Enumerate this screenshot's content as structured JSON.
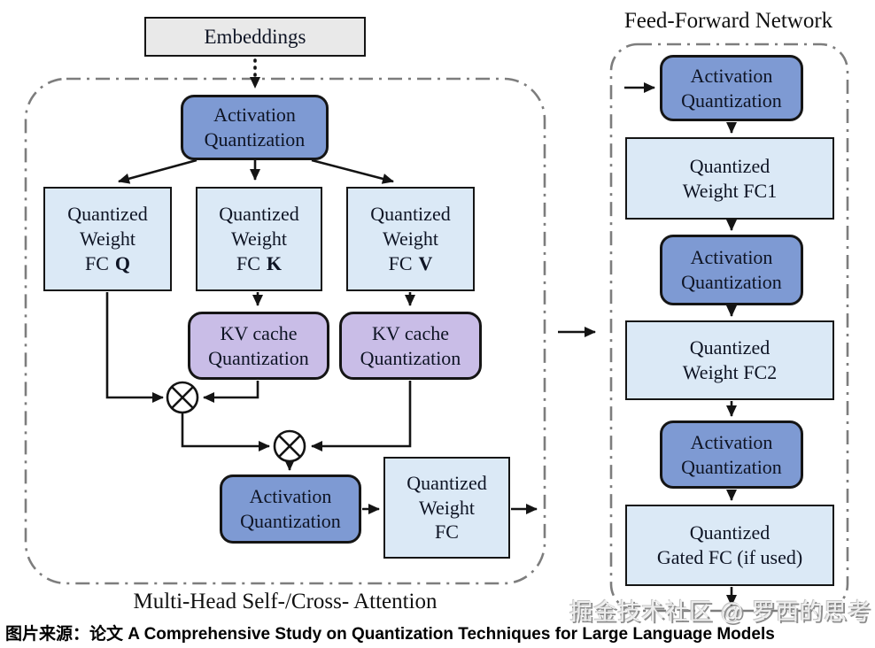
{
  "attention": {
    "label": "Multi-Head Self-/Cross- Attention",
    "embeddings_label": "Embeddings",
    "activation_quantization_top": {
      "line1": "Activation",
      "line2": "Quantization"
    },
    "fc_q": {
      "line1": "Quantized",
      "line2": "Weight",
      "line3_prefix": "FC",
      "line3_letter": "Q"
    },
    "fc_k": {
      "line1": "Quantized",
      "line2": "Weight",
      "line3_prefix": "FC",
      "line3_letter": "K"
    },
    "fc_v": {
      "line1": "Quantized",
      "line2": "Weight",
      "line3_prefix": "FC",
      "line3_letter": "V"
    },
    "kv_cache_k": {
      "line1": "KV cache",
      "line2": "Quantization"
    },
    "kv_cache_v": {
      "line1": "KV cache",
      "line2": "Quantization"
    },
    "activation_quantization_out": {
      "line1": "Activation",
      "line2": "Quantization"
    },
    "fc_out": {
      "line1": "Quantized",
      "line2": "Weight",
      "line3": "FC"
    }
  },
  "ffn": {
    "title": "Feed-Forward Network",
    "aq1": {
      "line1": "Activation",
      "line2": "Quantization"
    },
    "fc1": {
      "line1": "Quantized",
      "line2": "Weight FC1"
    },
    "aq2": {
      "line1": "Activation",
      "line2": "Quantization"
    },
    "fc2": {
      "line1": "Quantized",
      "line2": "Weight FC2"
    },
    "aq3": {
      "line1": "Activation",
      "line2": "Quantization"
    },
    "gated_fc": {
      "line1": "Quantized",
      "line2": "Gated FC (if used)"
    }
  },
  "icons": {
    "multiply": "⊗"
  },
  "footer": {
    "caption": "图片来源：论文 A Comprehensive Study on Quantization Techniques for Large Language Models",
    "watermark": "掘金技术社区 @ 罗西的思考"
  },
  "colors": {
    "activation_blue": "#7e9ad3",
    "weight_lightblue": "#dbe9f6",
    "kv_purple": "#c9bde7",
    "embeddings_gray": "#e9e9e9",
    "border_black": "#151515",
    "dash_gray": "#7d7d7d"
  }
}
